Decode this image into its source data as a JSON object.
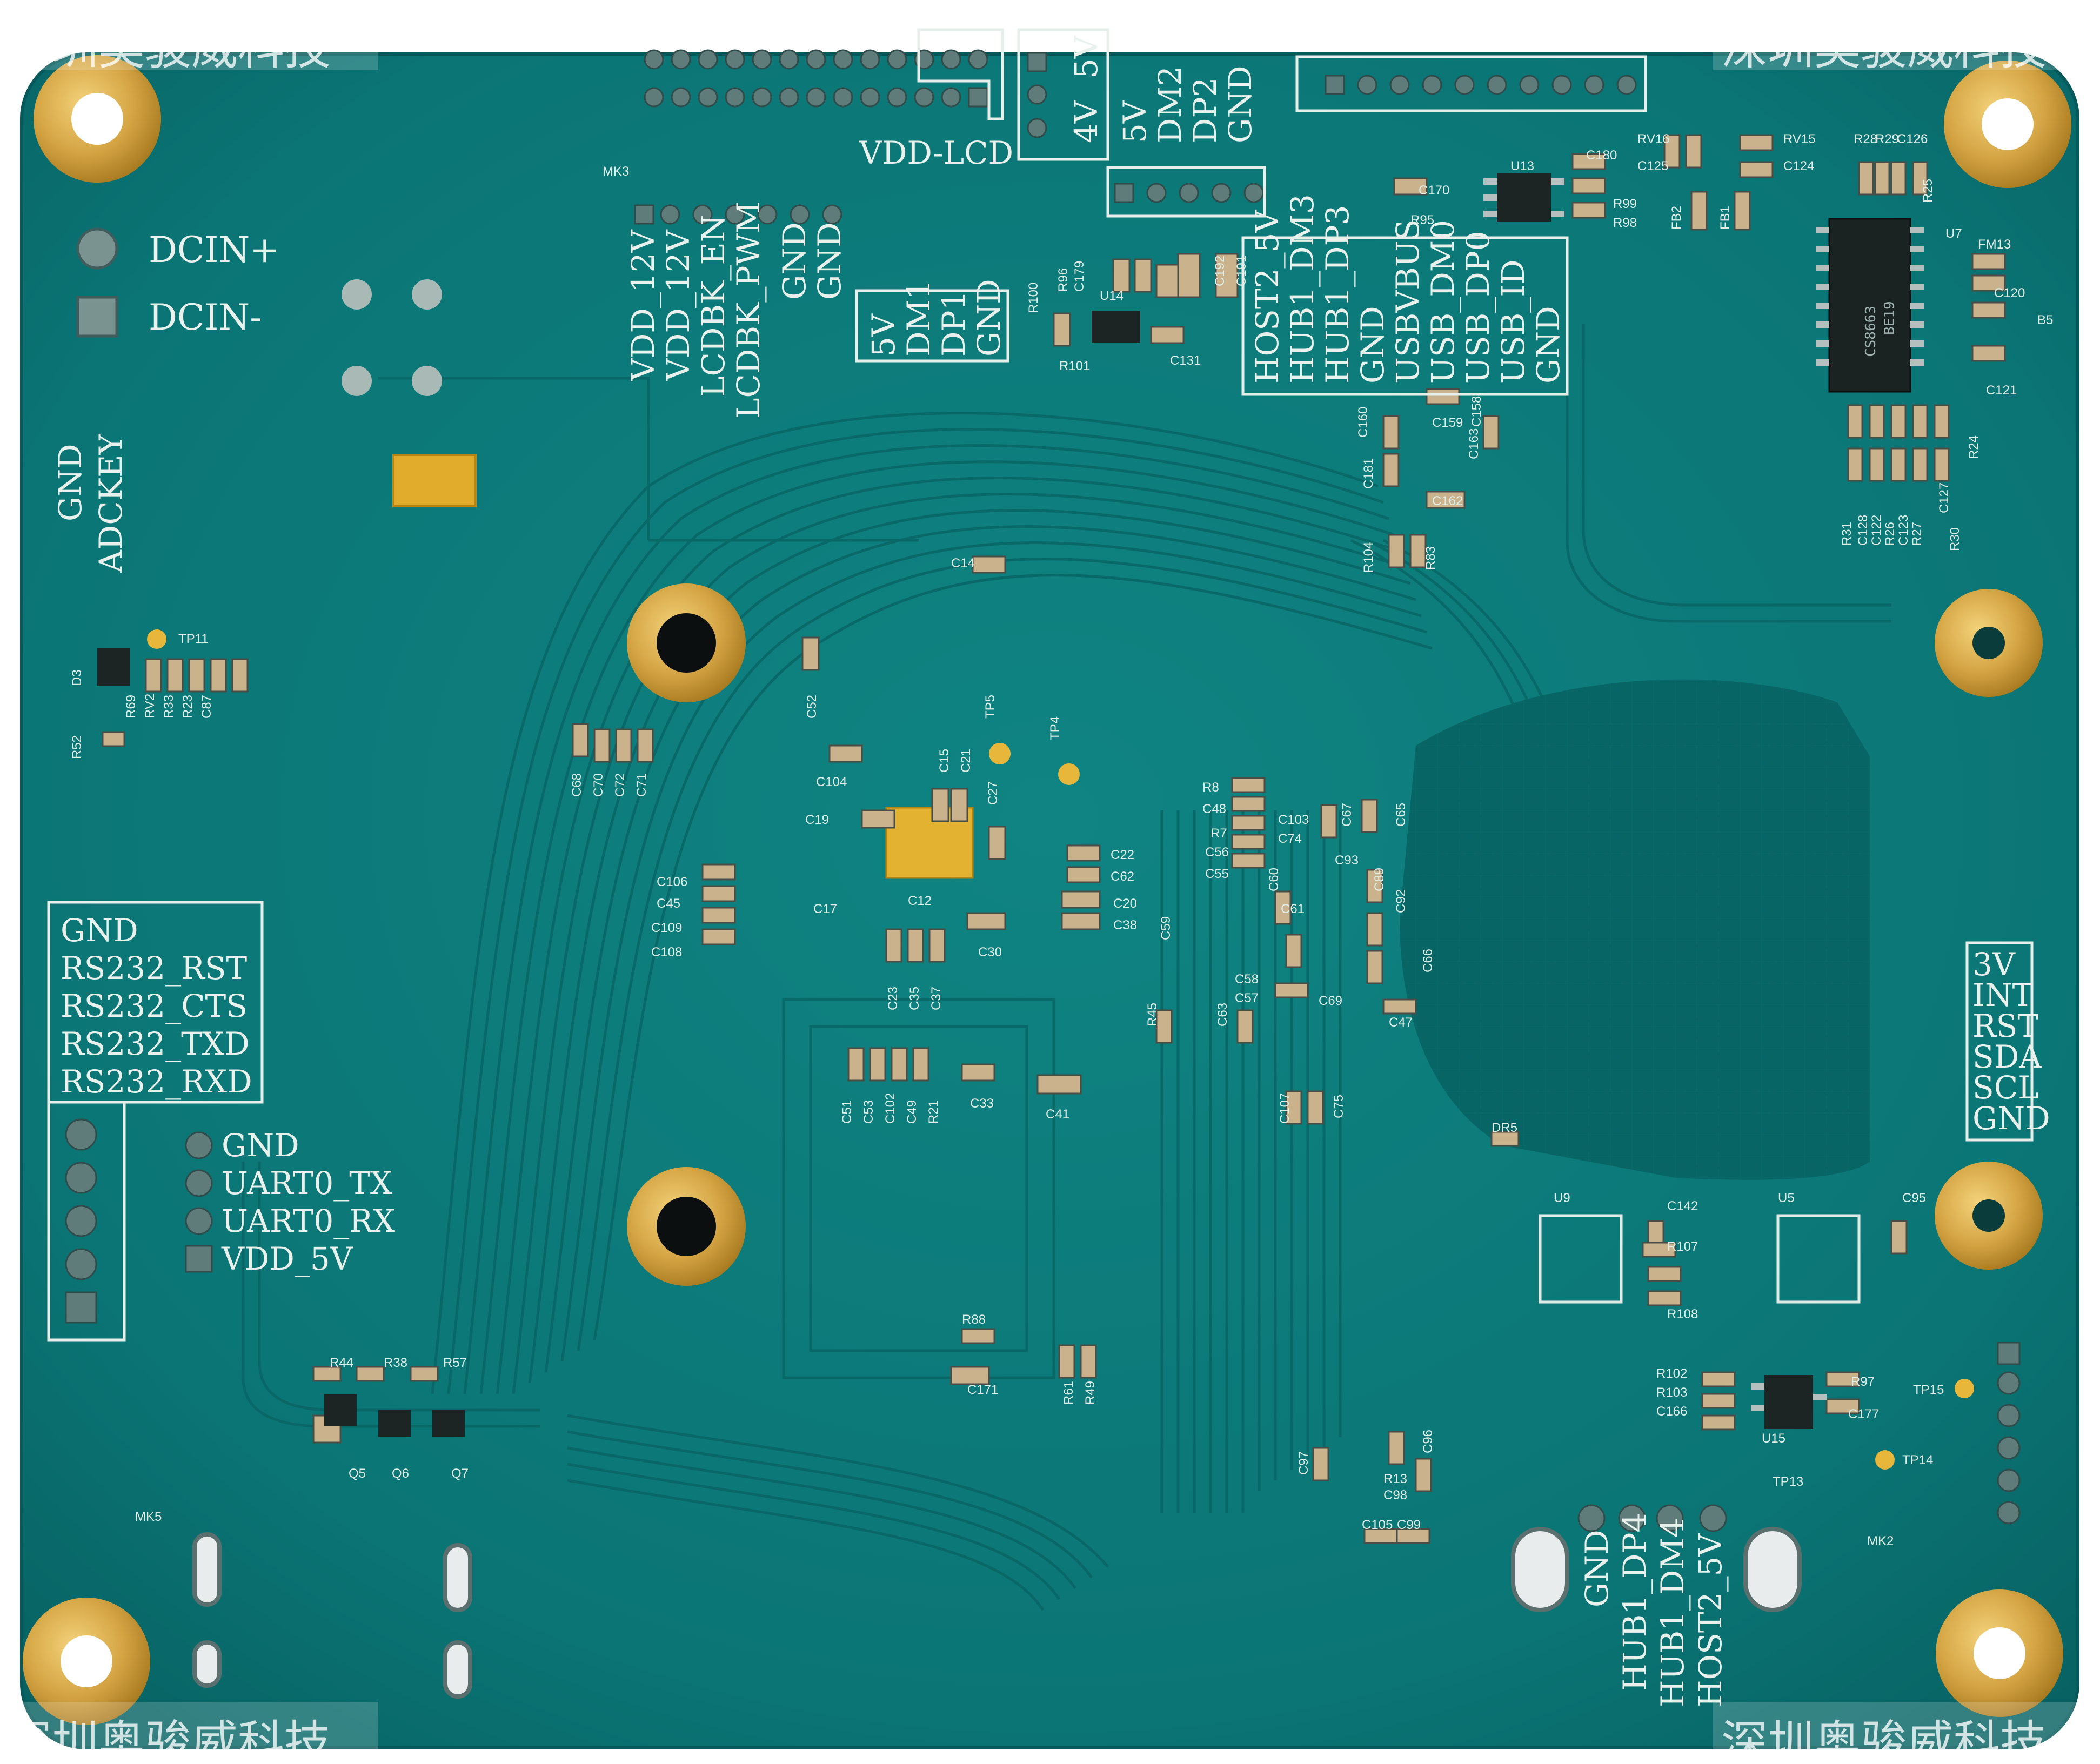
{
  "watermark": {
    "text": "深圳奥骏威科技"
  },
  "power_labels": [
    "DCIN+",
    "DCIN-"
  ],
  "adc_labels": [
    "GND",
    "ADCKEY"
  ],
  "vdd_lcd_label": "VDD-LCD",
  "voltage_labels": [
    "4V",
    "5V"
  ],
  "usb_header_top": [
    "5V",
    "DM2",
    "DP2",
    "GND"
  ],
  "usb_header_left": [
    "5V",
    "DM1",
    "DP1",
    "GND"
  ],
  "lcd_labels": [
    "VDD_12V",
    "VDD_12V",
    "LCDBK_EN",
    "LCDBK_PWM",
    "GND",
    "GND"
  ],
  "host_labels": [
    "HOST2_5V",
    "HUB1_DM3",
    "HUB1_DP3",
    "GND",
    "USBVBUS",
    "USB_DM0",
    "USB_DP0",
    "USB_ID",
    "GND"
  ],
  "rs232_labels": [
    "GND",
    "RS232_RST",
    "RS232_CTS",
    "RS232_TXD",
    "RS232_RXD"
  ],
  "uart_labels": [
    "GND",
    "UART0_TX",
    "UART0_RX",
    "VDD_5V"
  ],
  "i2c_labels": [
    "3V",
    "INT",
    "RST",
    "SDA",
    "SCL",
    "GND"
  ],
  "hub_labels": [
    "GND",
    "HUB1_DP4",
    "HUB1_DM4",
    "HOST2_5V"
  ],
  "chip_marking": [
    "CS8663",
    "BE19"
  ],
  "component_refs": [
    "MK3",
    "MK5",
    "MK2",
    "TP11",
    "TP5",
    "TP4",
    "TP15",
    "TP14",
    "TP13",
    "D3",
    "R52",
    "R69",
    "RV2",
    "R33",
    "R23",
    "C87",
    "C68",
    "C70",
    "C72",
    "C71",
    "C52",
    "C104",
    "C19",
    "C15",
    "C21",
    "C27",
    "C12",
    "C17",
    "C106",
    "C45",
    "C109",
    "C108",
    "C22",
    "C62",
    "C20",
    "C38",
    "C30",
    "C59",
    "C23",
    "C35",
    "C37",
    "C51",
    "C53",
    "C102",
    "C49",
    "R21",
    "C33",
    "C41",
    "R8",
    "C48",
    "R7",
    "C56",
    "C55",
    "C103",
    "C74",
    "C67",
    "C65",
    "C93",
    "C89",
    "C92",
    "C60",
    "C61",
    "C58",
    "C57",
    "C69",
    "C47",
    "C66",
    "R45",
    "C63",
    "C107",
    "C75",
    "DR5",
    "R88",
    "C171",
    "R61",
    "R49",
    "R44",
    "R38",
    "R57",
    "Q5",
    "Q6",
    "Q7",
    "C97",
    "C96",
    "R13",
    "C98",
    "C105",
    "C99",
    "U9",
    "C142",
    "R107",
    "R108",
    "U5",
    "C95",
    "R102",
    "R103",
    "C166",
    "U15",
    "R97",
    "C177",
    "U13",
    "C170",
    "C180",
    "R95",
    "R99",
    "R98",
    "R100",
    "C179",
    "R96",
    "U14",
    "R101",
    "C131",
    "C192",
    "C191",
    "RV16",
    "C125",
    "RV15",
    "C124",
    "R28",
    "R29",
    "C126",
    "R25",
    "FB2",
    "FB1",
    "U7",
    "FM13",
    "C120",
    "B5",
    "C121",
    "R24",
    "C127",
    "R30",
    "R27",
    "C123",
    "R26",
    "C122",
    "C128",
    "R31",
    "C160",
    "C159",
    "C163",
    "C158",
    "C181",
    "C162",
    "R104",
    "R83",
    "C14"
  ]
}
